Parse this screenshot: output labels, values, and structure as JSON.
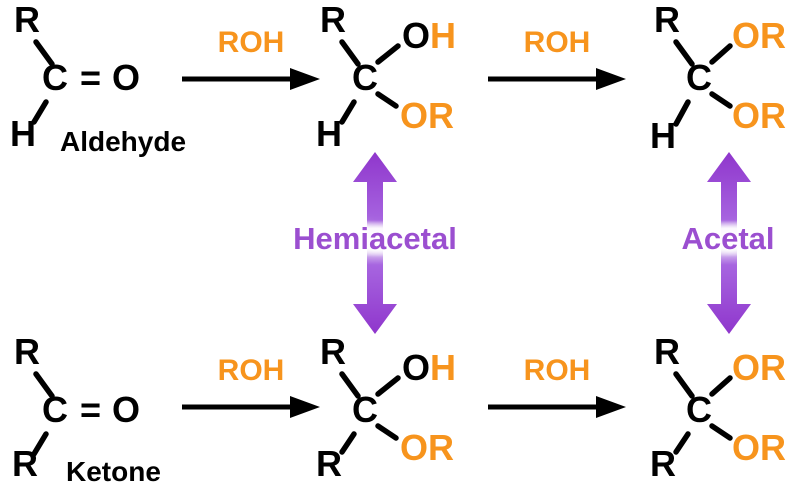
{
  "colors": {
    "atom": "#000000",
    "roh": "#f7941d",
    "purple": "#9b4fd0"
  },
  "atoms": {
    "r": "R",
    "c": "C",
    "o": "O",
    "h": "H",
    "or": "OR",
    "double_bond": "="
  },
  "labels": {
    "aldehyde": "Aldehyde",
    "ketone": "Ketone",
    "hemiacetal": "Hemiacetal",
    "acetal": "Acetal",
    "roh": "ROH"
  }
}
